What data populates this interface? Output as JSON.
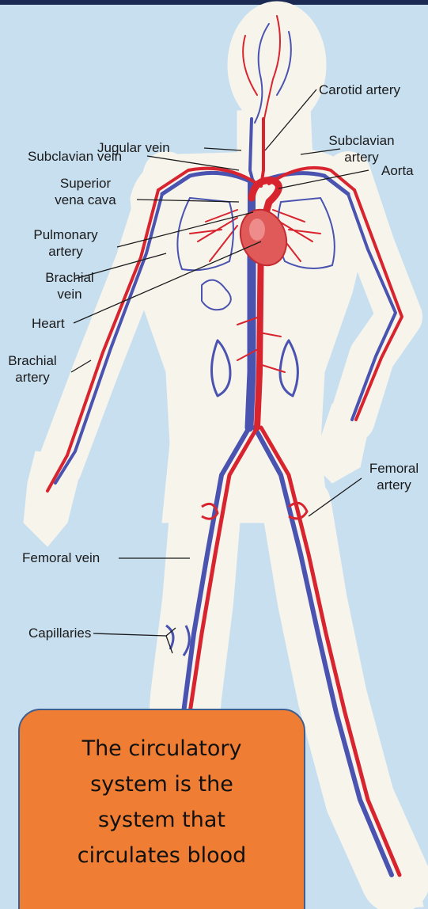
{
  "labels": {
    "carotid_artery": "Carotid  artery",
    "jugular_vein": "Jugular vein",
    "subclavian_artery_1": "Subclavian",
    "subclavian_artery_2": "artery",
    "subclavian_vein": "Subclavian vein",
    "aorta": "Aorta",
    "superior_vena_cava_1": "Superior",
    "superior_vena_cava_2": "vena cava",
    "pulmonary_artery_1": "Pulmonary",
    "pulmonary_artery_2": "artery",
    "brachial_vein_1": "Brachial",
    "brachial_vein_2": "vein",
    "heart": "Heart",
    "brachial_artery_1": "Brachial",
    "brachial_artery_2": "artery",
    "femoral_artery_1": "Femoral",
    "femoral_artery_2": "artery",
    "femoral_vein": "Femoral vein",
    "capillaries": "Capillaries"
  },
  "callout": {
    "line1": "The circulatory",
    "line2": "system is the",
    "line3": "system that",
    "line4": "circulates blood"
  },
  "colors": {
    "background": "#c8dff0",
    "body_silhouette": "#f7f4ec",
    "artery": "#d8242e",
    "vein": "#4a54b0",
    "callout_fill": "#ef7d33",
    "callout_border": "#3f5f8f"
  }
}
